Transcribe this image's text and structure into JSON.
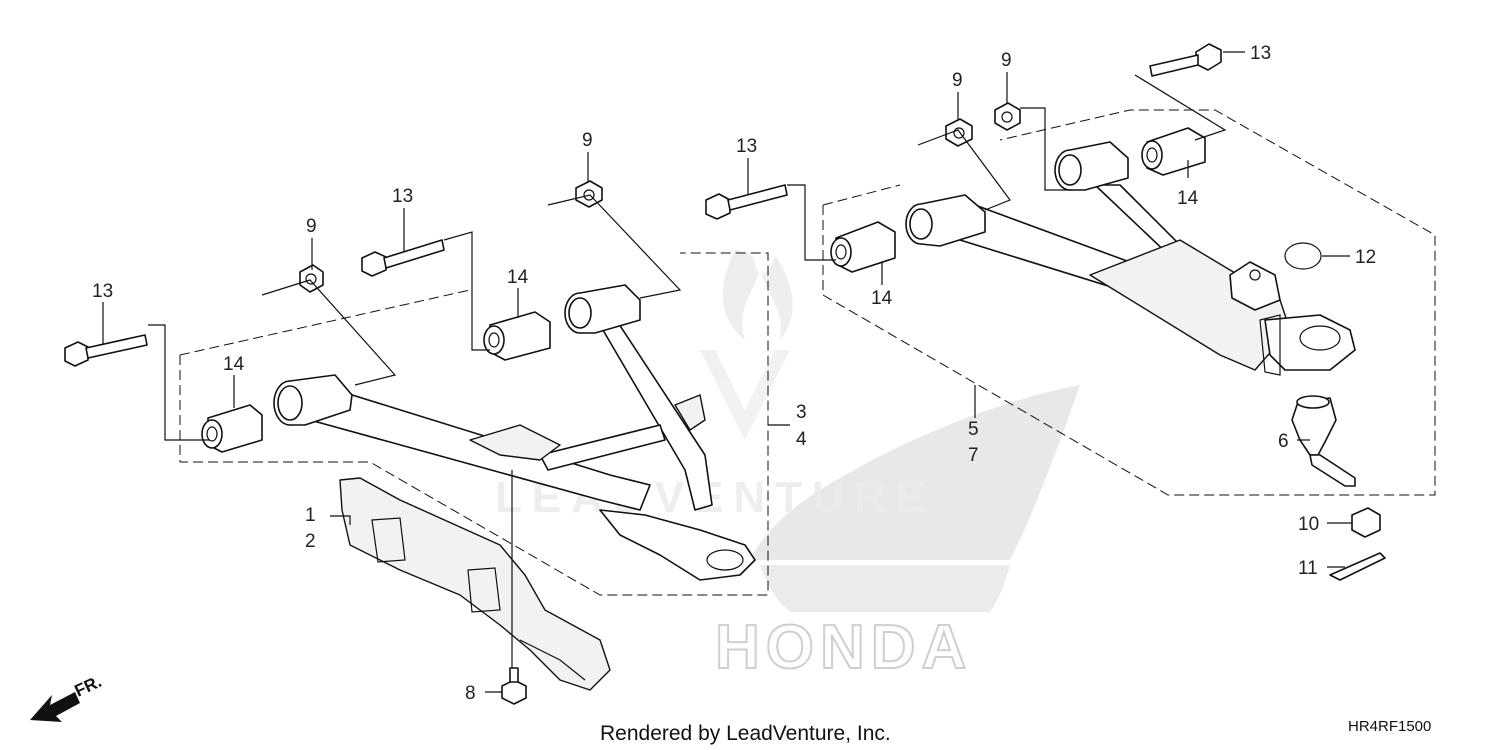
{
  "diagram": {
    "footer_credit": "Rendered by LeadVenture, Inc.",
    "diagram_code": "HR4RF1500",
    "front_marker": "FR.",
    "watermark": {
      "brand": "HONDA",
      "overlay": "LEADVENTURE"
    },
    "callouts": {
      "c1": "1",
      "c2": "2",
      "c3": "3",
      "c4": "4",
      "c5": "5",
      "c6": "6",
      "c7": "7",
      "c8": "8",
      "c9a": "9",
      "c9b": "9",
      "c9c": "9",
      "c9d": "9",
      "c10": "10",
      "c11": "11",
      "c12": "12",
      "c13a": "13",
      "c13b": "13",
      "c13c": "13",
      "c13d": "13",
      "c14a": "14",
      "c14b": "14",
      "c14c": "14",
      "c14d": "14"
    }
  }
}
